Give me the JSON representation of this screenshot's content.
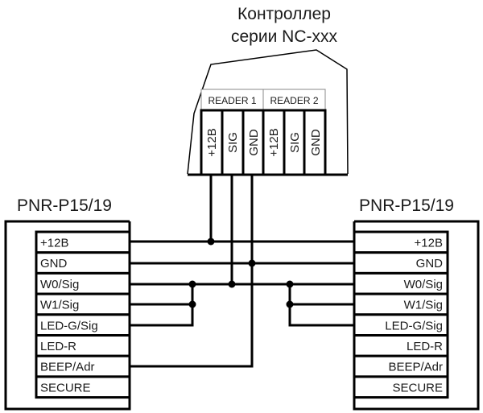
{
  "controller": {
    "title_line1": "Контроллер",
    "title_line2": "серии NC-xxx",
    "readers": [
      {
        "label": "READER 1",
        "pins": [
          "+12B",
          "SIG",
          "GND"
        ]
      },
      {
        "label": "READER 2",
        "pins": [
          "+12B",
          "SIG",
          "GND"
        ]
      }
    ]
  },
  "left_device": {
    "title": "PNR-P15/19",
    "terminals": [
      "+12B",
      "GND",
      "W0/Sig",
      "W1/Sig",
      "LED-G/Sig",
      "LED-R",
      "BEEP/Adr",
      "SECURE"
    ]
  },
  "right_device": {
    "title": "PNR-P15/19",
    "terminals": [
      "+12B",
      "GND",
      "W0/Sig",
      "W1/Sig",
      "LED-G/Sig",
      "LED-R",
      "BEEP/Adr",
      "SECURE"
    ]
  },
  "connections": [
    {
      "from": "READER 1 +12B",
      "to": "+12B (both readers)"
    },
    {
      "from": "READER 1 SIG",
      "to": "W0/Sig (both readers)"
    },
    {
      "from": "READER 1 GND",
      "to": "GND (both readers)"
    },
    {
      "from": "left W0/Sig",
      "to": "left W1/Sig, left LED-G/Sig"
    },
    {
      "from": "right W0/Sig",
      "to": "right W1/Sig, right LED-G/Sig"
    },
    {
      "from": "left BEEP/Adr",
      "to": "GND"
    }
  ],
  "colors": {
    "line": "#000000",
    "text": "#1a1a1a",
    "header_border": "#888888"
  }
}
